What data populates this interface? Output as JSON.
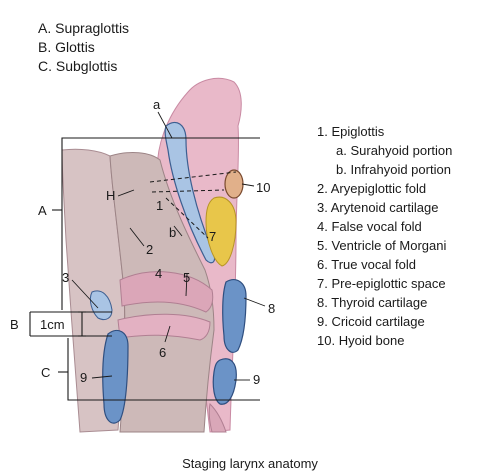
{
  "regions": [
    {
      "letter": "A.",
      "name": "Supraglottis"
    },
    {
      "letter": "B.",
      "name": "Glottis"
    },
    {
      "letter": "C.",
      "name": "Subglottis"
    }
  ],
  "legend": [
    {
      "num": "1.",
      "text": "Epiglottis"
    },
    {
      "num": "a.",
      "text": "Surahyoid portion"
    },
    {
      "num": "b.",
      "text": "Infrahyoid portion"
    },
    {
      "num": "2.",
      "text": "Aryepiglottic fold"
    },
    {
      "num": "3.",
      "text": "Arytenoid cartilage"
    },
    {
      "num": "4.",
      "text": "False vocal fold"
    },
    {
      "num": "5.",
      "text": "Ventricle of Morgani"
    },
    {
      "num": "6.",
      "text": "True vocal fold"
    },
    {
      "num": "7.",
      "text": "Pre-epiglottic space"
    },
    {
      "num": "8.",
      "text": "Thyroid cartilage"
    },
    {
      "num": "9.",
      "text": "Cricoid cartilage"
    },
    {
      "num": "10.",
      "text": "Hyoid bone"
    }
  ],
  "figure_labels": {
    "a": "a",
    "b": "b",
    "H": "H",
    "n1": "1",
    "n2": "2",
    "n3": "3",
    "n4": "4",
    "n5": "5",
    "n6": "6",
    "n7": "7",
    "n8": "8",
    "n9_left": "9",
    "n9_right": "9",
    "n10": "10",
    "A": "A",
    "B": "B",
    "C": "C",
    "one_cm": "1cm"
  },
  "caption": "Staging larynx anatomy",
  "colors": {
    "tissue": "#e9b9c9",
    "tissue_dark": "#c98aa3",
    "cavity": "#cdb9b8",
    "cartilage": "#6b93c7",
    "cartilage_light": "#a9c4e4",
    "fat": "#e8c64a",
    "line": "#1a1a1a"
  }
}
